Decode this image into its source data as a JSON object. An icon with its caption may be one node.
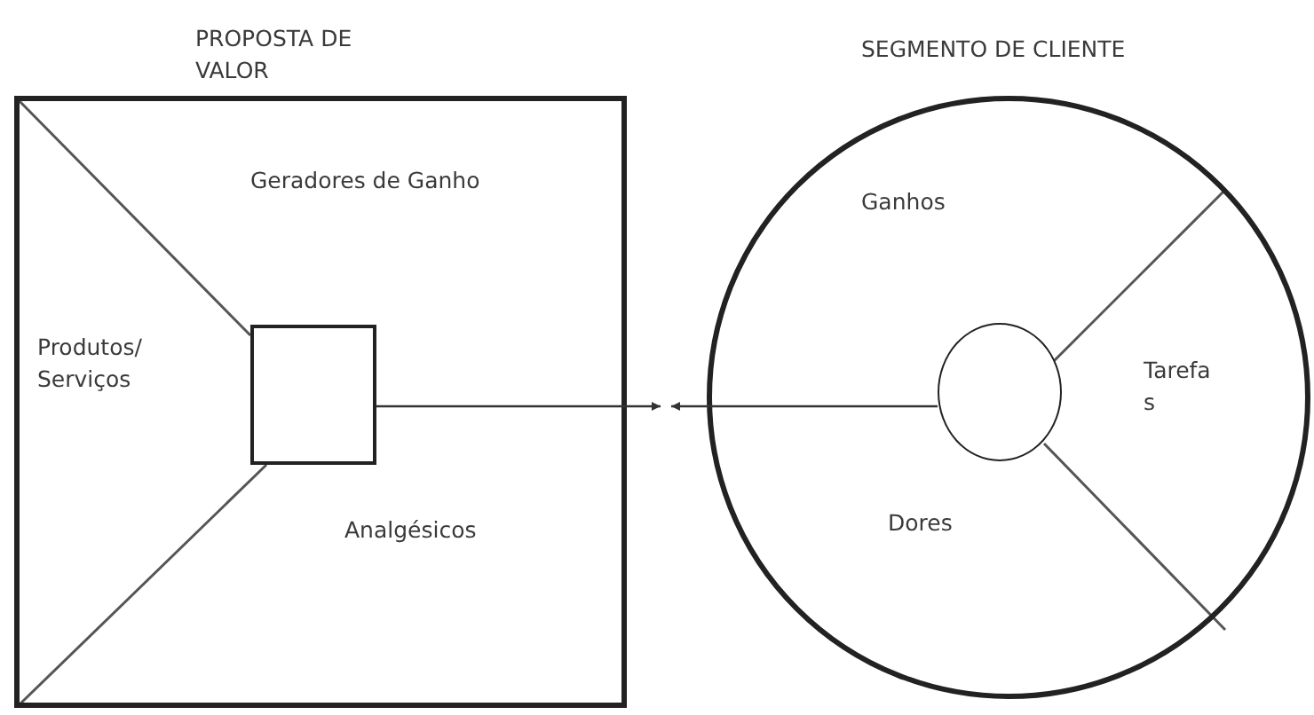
{
  "diagram": {
    "nodes": [
      {
        "text": [
          "PROPOSTA DE VALOR",
          "Geradores de Ganho",
          "Produtos/ Serviços",
          "Analgésicos"
        ]
      },
      {
        "text": [],
        "shape": "box",
        "in": 0
      },
      {
        "text": [
          "SEGMENTO DE CLIENTE",
          "Ganhos",
          "Tarefa s",
          "Dores"
        ]
      },
      {
        "text": [],
        "shape": "circle",
        "in": 2
      }
    ],
    "edges": [
      {
        "from": 1,
        "to": null,
        "arrow": "to"
      },
      {
        "from": 3,
        "to": null,
        "arrow": "to"
      }
    ]
  }
}
